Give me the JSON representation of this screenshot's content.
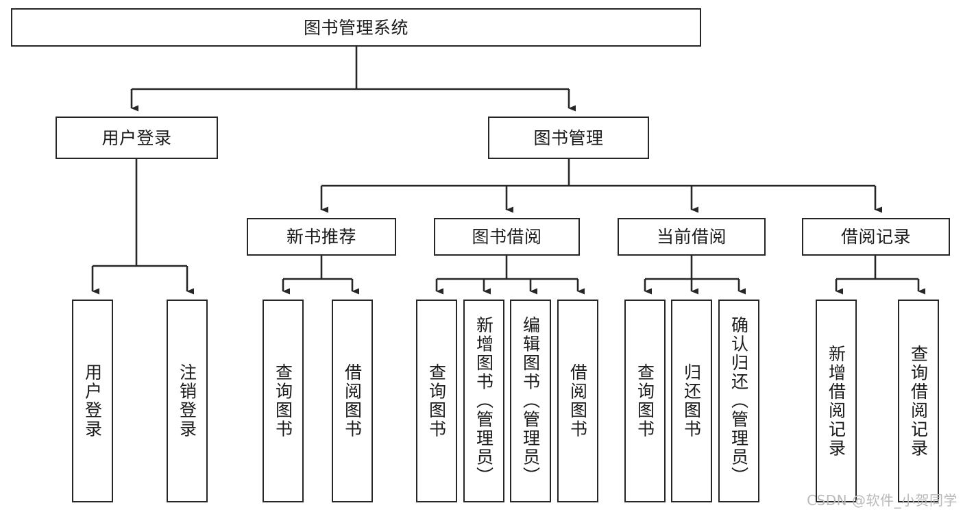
{
  "diagram": {
    "type": "tree-hierarchy-chart",
    "title": "图书管理系统",
    "orientation": "top-down",
    "colors": {
      "box_border": "#262626",
      "box_fill": "#ffffff",
      "edge": "#262626",
      "text": "#1b1b1b",
      "watermark": "#b9b9b9",
      "background": "#ffffff"
    },
    "root": {
      "label": "图书管理系统"
    },
    "level1": [
      {
        "label": "用户登录"
      },
      {
        "label": "图书管理"
      }
    ],
    "level2": [
      {
        "label": "新书推荐"
      },
      {
        "label": "图书借阅"
      },
      {
        "label": "当前借阅"
      },
      {
        "label": "借阅记录"
      }
    ],
    "leaves": {
      "user_login": [
        {
          "label": "用户登录"
        },
        {
          "label": "注销登录"
        }
      ],
      "new_book_recommend": [
        {
          "label": "查询图书"
        },
        {
          "label": "借阅图书"
        }
      ],
      "book_borrow": [
        {
          "label": "查询图书"
        },
        {
          "label": "新增图书（管理员）"
        },
        {
          "label": "编辑图书（管理员）"
        },
        {
          "label": "借阅图书"
        }
      ],
      "current_borrow": [
        {
          "label": "查询图书"
        },
        {
          "label": "归还图书"
        },
        {
          "label": "确认归还（管理员）"
        }
      ],
      "borrow_record": [
        {
          "label": "新增借阅记录"
        },
        {
          "label": "查询借阅记录"
        }
      ]
    }
  },
  "watermark": {
    "text": "CSDN @软件_小贺同学"
  }
}
